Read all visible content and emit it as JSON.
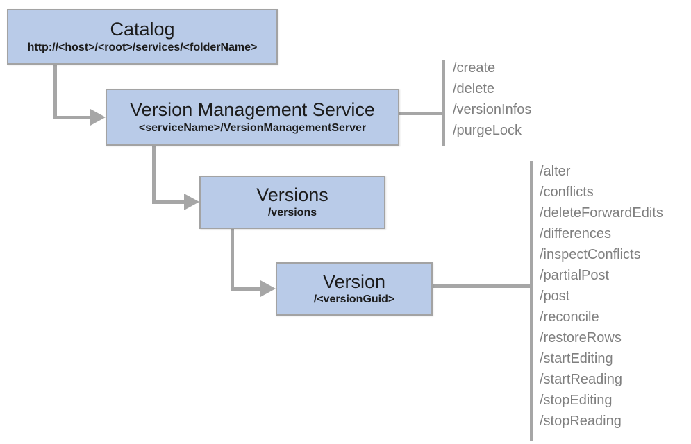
{
  "diagram": {
    "colors": {
      "node_fill": "#b9cbe8",
      "node_border": "#a3a3a3",
      "connector": "#a6a6a6",
      "node_text": "#1c1c1c",
      "operation_text": "#7f7f7f"
    },
    "nodes": [
      {
        "title": "Catalog",
        "subtitle": "http://<host>/<root>/services/<folderName>"
      },
      {
        "title": "Version Management Service",
        "subtitle": "<serviceName>/VersionManagementServer"
      },
      {
        "title": "Versions",
        "subtitle": "/versions"
      },
      {
        "title": "Version",
        "subtitle": "/<versionGuid>"
      }
    ],
    "vms_operations": [
      "/create",
      "/delete",
      "/versionInfos",
      "/purgeLock"
    ],
    "version_operations": [
      "/alter",
      "/conflicts",
      "/deleteForwardEdits",
      "/differences",
      "/inspectConflicts",
      "/partialPost",
      "/post",
      "/reconcile",
      "/restoreRows",
      "/startEditing",
      "/startReading",
      "/stopEditing",
      "/stopReading"
    ]
  }
}
